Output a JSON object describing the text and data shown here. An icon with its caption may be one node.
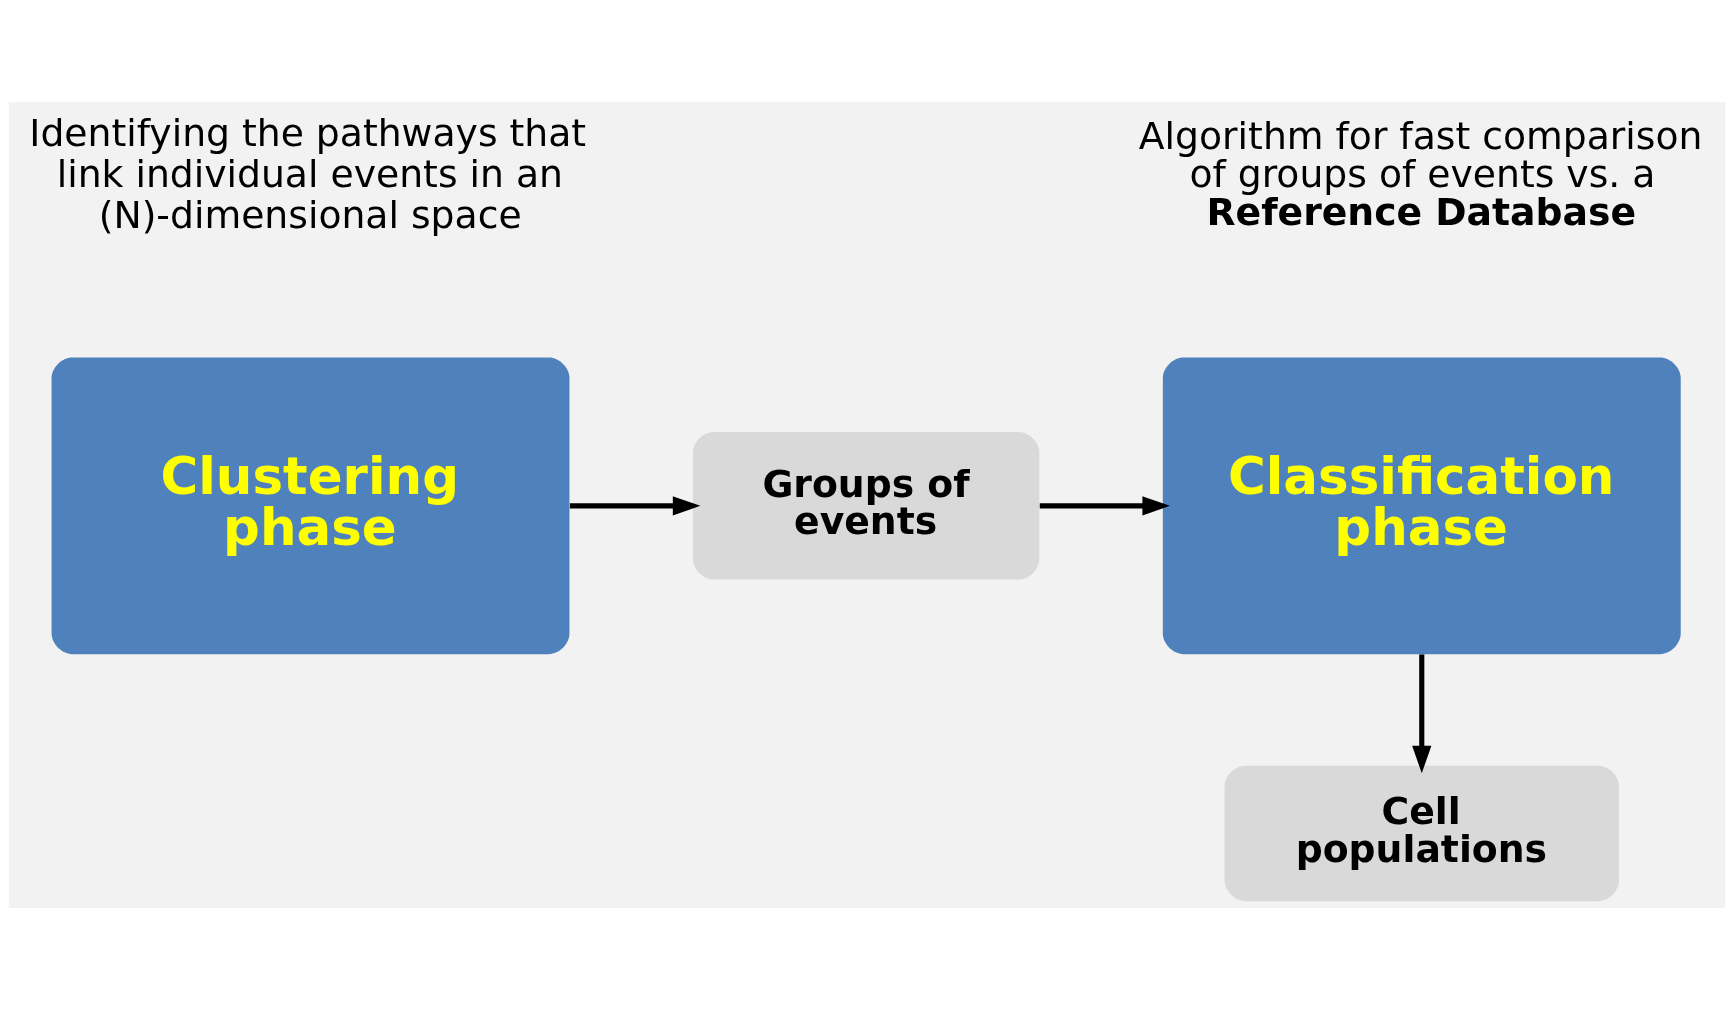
{
  "diagram": {
    "nodes": [
      {
        "text": [
          "Clustering phase"
        ],
        "beside": [
          "Identifying the pathways that link individual events in an (N)-dimensional space"
        ]
      },
      {
        "text": [
          "Groups of events"
        ]
      },
      {
        "text": [
          "Classification phase"
        ],
        "beside": [
          "Algorithm for fast comparison of groups of events vs. a **Reference Database**"
        ]
      },
      {
        "text": [
          "Cell populations"
        ]
      }
    ],
    "edges": [
      {
        "from": 0,
        "to": 1,
        "arrow": "to"
      },
      {
        "from": 1,
        "to": 2,
        "arrow": "to"
      },
      {
        "from": 2,
        "to": 3,
        "arrow": "to"
      }
    ]
  }
}
